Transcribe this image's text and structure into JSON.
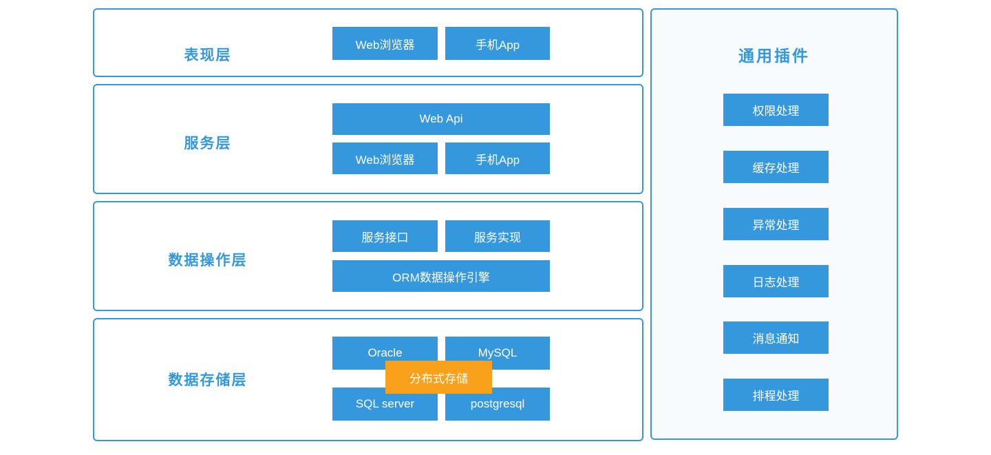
{
  "colors": {
    "primary_blue": "#3598dc",
    "accent_orange": "#f9a11b",
    "panel_background": "#f7fbfe",
    "block_text": "#ffffff"
  },
  "layers": [
    {
      "label": "表现层",
      "row1": [
        "Web浏览器",
        "手机App"
      ]
    },
    {
      "label": "服务层",
      "wide": "Web Api",
      "row2": [
        "Web浏览器",
        "手机App"
      ]
    },
    {
      "label": "数据操作层",
      "row1": [
        "服务接口",
        "服务实现"
      ],
      "wide": "ORM数据操作引擎"
    },
    {
      "label": "数据存储层",
      "row1": [
        "Oracle",
        "MySQL"
      ],
      "row2": [
        "SQL server",
        "postgresql"
      ],
      "overlay": "分布式存储"
    }
  ],
  "plugins": {
    "title": "通用插件",
    "items": [
      "权限处理",
      "缓存处理",
      "异常处理",
      "日志处理",
      "消息通知",
      "排程处理"
    ]
  }
}
